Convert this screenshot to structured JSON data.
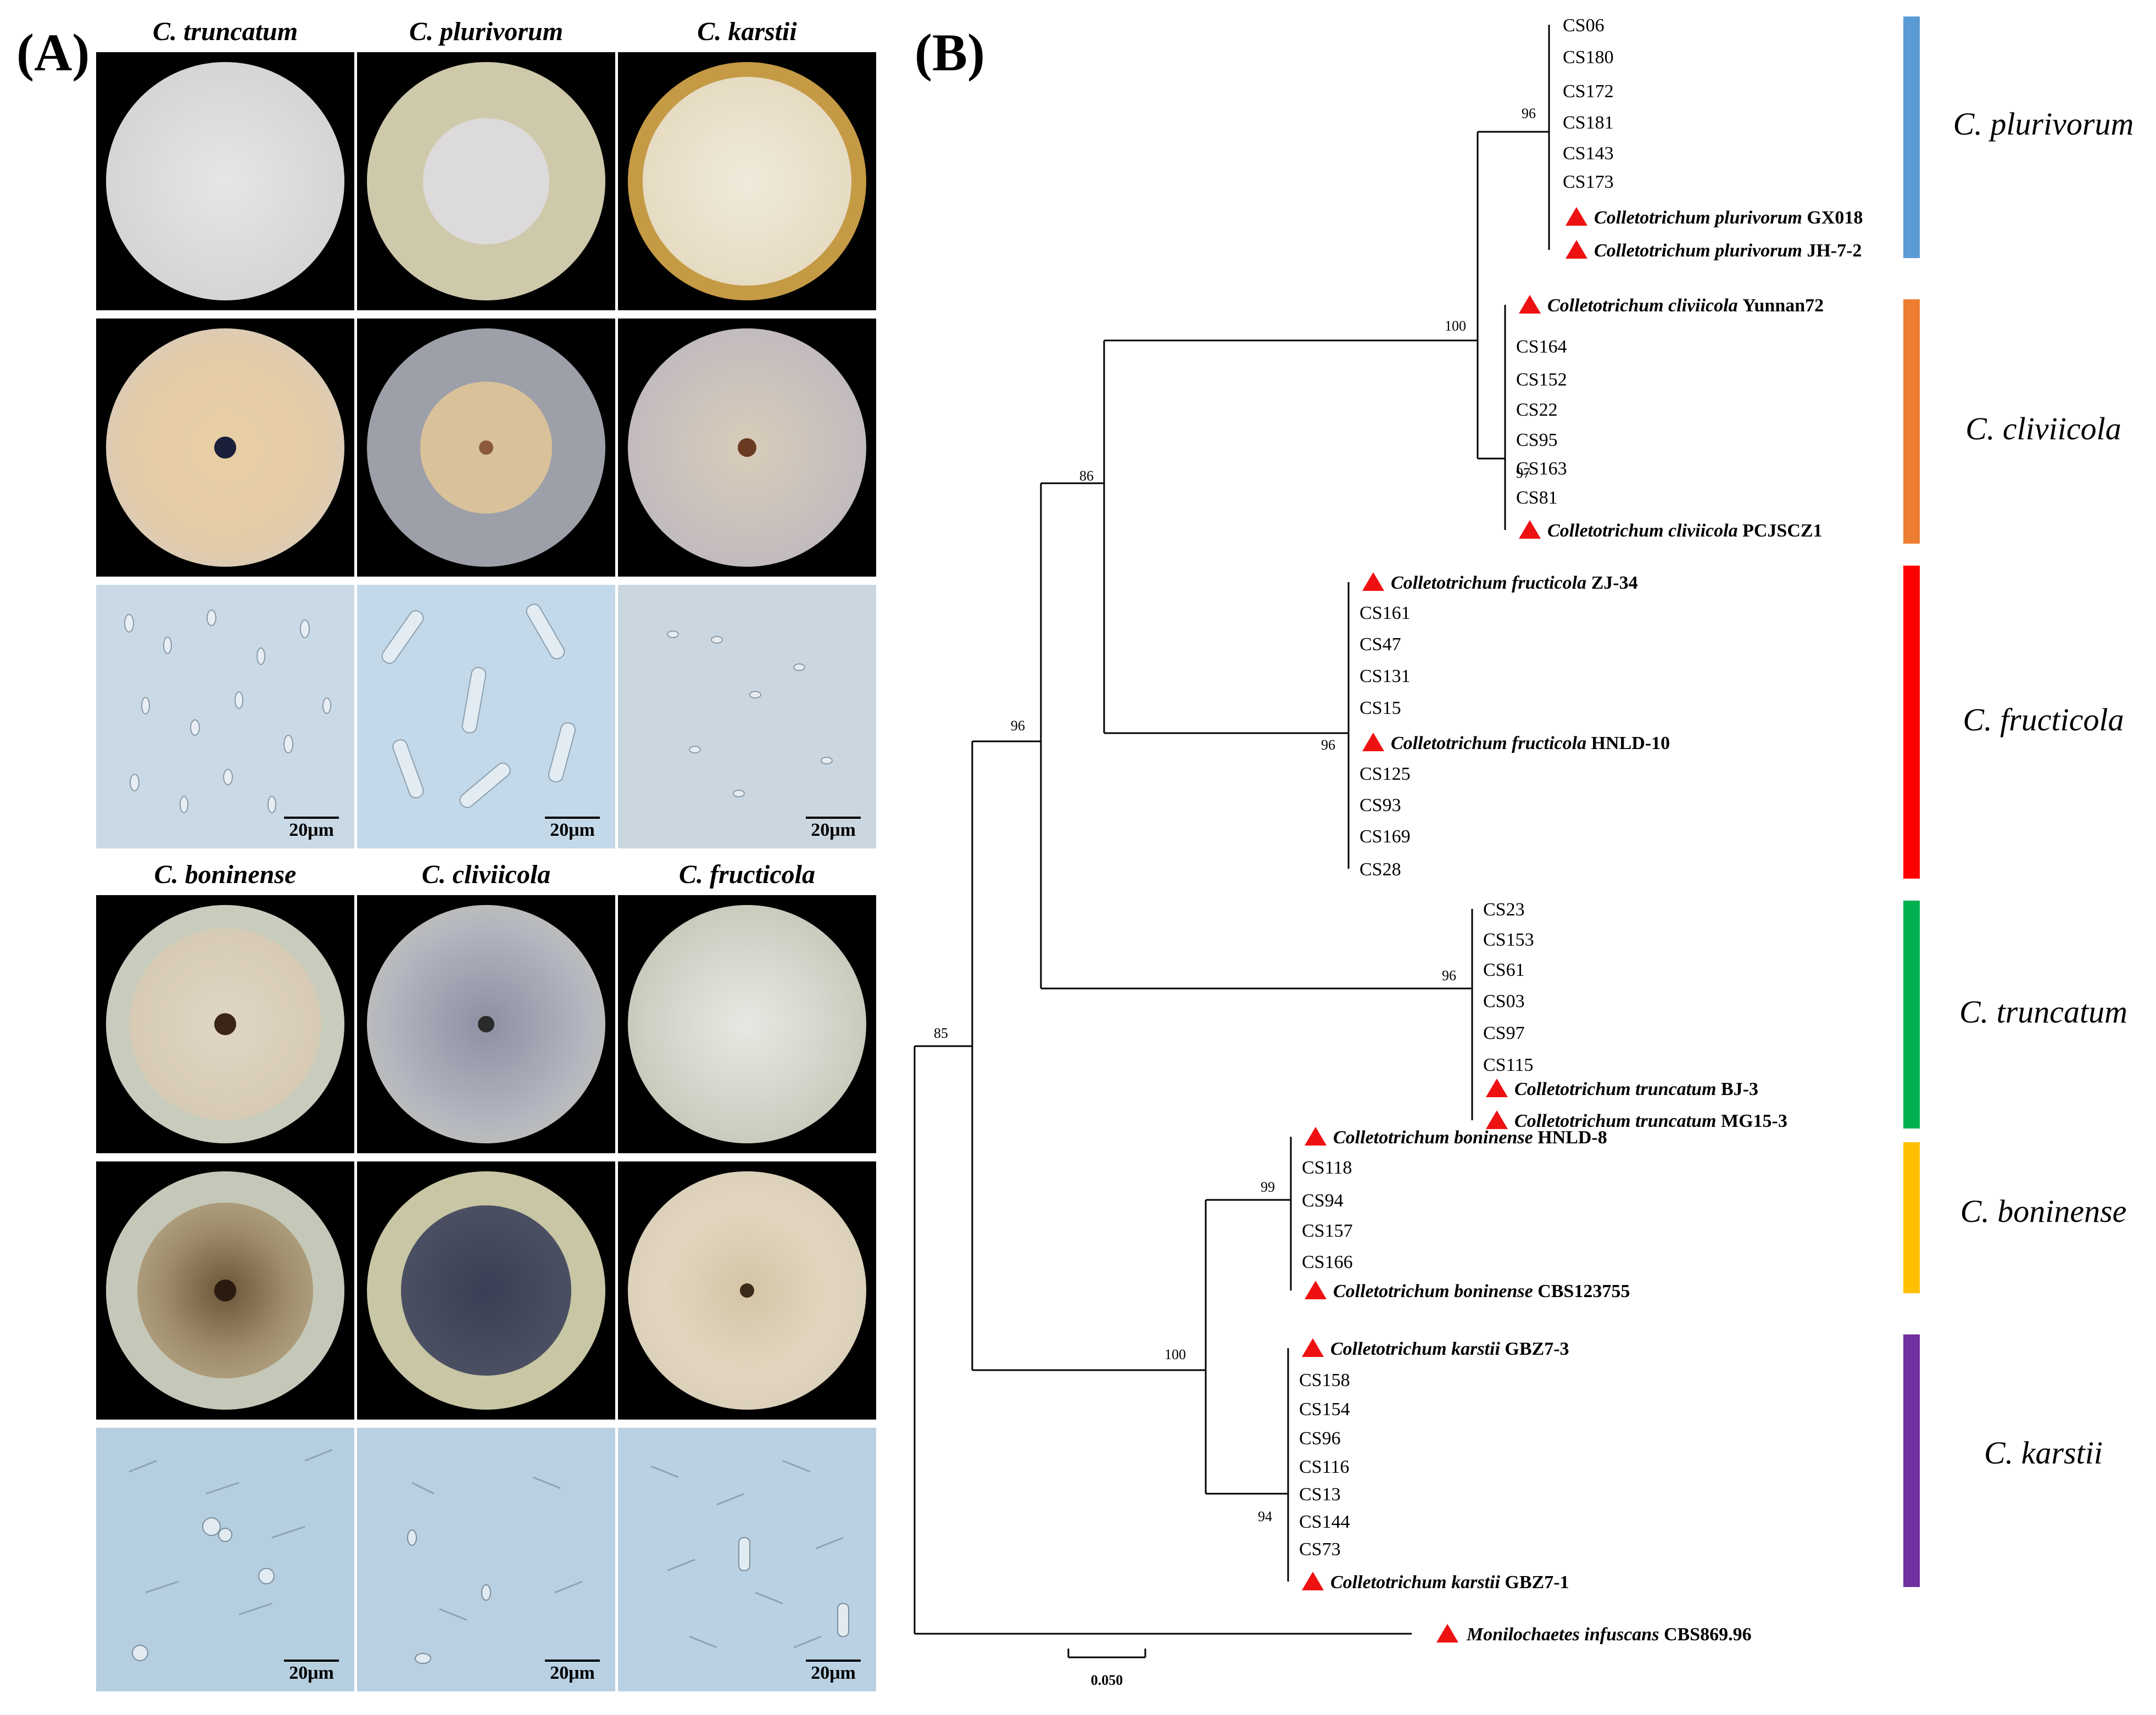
{
  "panel_a": {
    "label": "(A)",
    "scale_label": "20μm",
    "top_species": [
      "C. truncatum",
      "C. plurivorum",
      "C. karstii"
    ],
    "bottom_species": [
      "C. boninense",
      "C. cliviicola",
      "C. fructicola"
    ]
  },
  "panel_b": {
    "label": "(B)",
    "scale_label": "0.050",
    "outgroup": {
      "genus": "Monilochaetes infuscans",
      "strain": "CBS869.96"
    },
    "clades": [
      {
        "name": "C. plurivorum",
        "color": "#5b9bd5",
        "support": "96",
        "node_support": "100",
        "tips": [
          {
            "label": "CS06"
          },
          {
            "label": "CS180"
          },
          {
            "label": "CS172"
          },
          {
            "label": "CS181"
          },
          {
            "label": "CS143"
          },
          {
            "label": "CS173"
          },
          {
            "label": "Colletotrichum plurivorum",
            "strain": "GX018",
            "ref": true
          },
          {
            "label": "Colletotrichum plurivorum",
            "strain": "JH-7-2",
            "ref": true
          }
        ]
      },
      {
        "name": "C. cliviicola",
        "color": "#ed7d31",
        "support": "97",
        "tips": [
          {
            "label": "Colletotrichum cliviicola",
            "strain": "Yunnan72",
            "ref": true
          },
          {
            "label": "CS164"
          },
          {
            "label": "CS152"
          },
          {
            "label": "CS22"
          },
          {
            "label": "CS95"
          },
          {
            "label": "CS163"
          },
          {
            "label": "CS81"
          },
          {
            "label": "Colletotrichum cliviicola",
            "strain": "PCJSCZ1",
            "ref": true
          }
        ]
      },
      {
        "name": "C. fructicola",
        "color": "#ff0000",
        "support": "96",
        "tips": [
          {
            "label": "Colletotrichum fructicola",
            "strain": "ZJ-34",
            "ref": true
          },
          {
            "label": "CS161"
          },
          {
            "label": "CS47"
          },
          {
            "label": "CS131"
          },
          {
            "label": "CS15"
          },
          {
            "label": "Colletotrichum fructicola",
            "strain": "HNLD-10",
            "ref": true
          },
          {
            "label": "CS125"
          },
          {
            "label": "CS93"
          },
          {
            "label": "CS169"
          },
          {
            "label": "CS28"
          }
        ]
      },
      {
        "name": "C. truncatum",
        "color": "#00b050",
        "support": "96",
        "tips": [
          {
            "label": "CS23"
          },
          {
            "label": "CS153"
          },
          {
            "label": "CS61"
          },
          {
            "label": "CS03"
          },
          {
            "label": "CS97"
          },
          {
            "label": "CS115"
          },
          {
            "label": "Colletotrichum truncatum",
            "strain": "BJ-3",
            "ref": true
          },
          {
            "label": "Colletotrichum truncatum",
            "strain": "MG15-3",
            "ref": true
          }
        ]
      },
      {
        "name": "C. boninense",
        "color": "#ffc000",
        "support": "99",
        "tips": [
          {
            "label": "Colletotrichum boninense",
            "strain": "HNLD-8",
            "ref": true
          },
          {
            "label": "CS118"
          },
          {
            "label": "CS94"
          },
          {
            "label": "CS157"
          },
          {
            "label": "CS166"
          },
          {
            "label": "Colletotrichum boninense",
            "strain": "CBS123755",
            "ref": true
          }
        ]
      },
      {
        "name": "C. karstii",
        "color": "#7030a0",
        "support": "94",
        "tips": [
          {
            "label": "Colletotrichum karstii",
            "strain": "GBZ7-3",
            "ref": true
          },
          {
            "label": "CS158"
          },
          {
            "label": "CS154"
          },
          {
            "label": "CS96"
          },
          {
            "label": "CS116"
          },
          {
            "label": "CS13"
          },
          {
            "label": "CS144"
          },
          {
            "label": "CS73"
          },
          {
            "label": "Colletotrichum karstii",
            "strain": "GBZ7-1",
            "ref": true
          }
        ]
      }
    ],
    "internal_supports": {
      "plur_cliv": "100",
      "upper": "86",
      "upper_big": "96",
      "bon_kar": "100",
      "root": "85"
    }
  }
}
